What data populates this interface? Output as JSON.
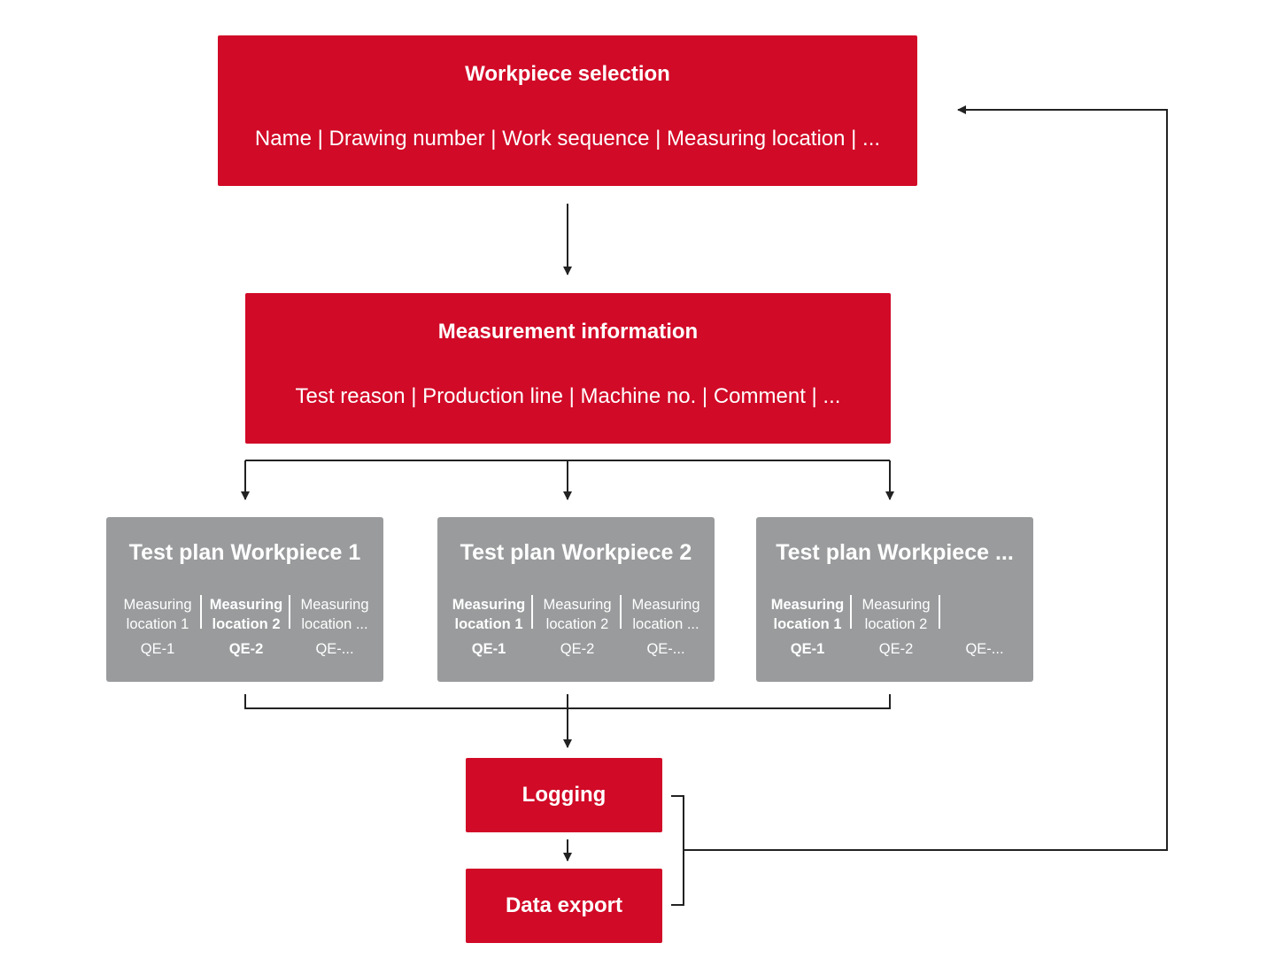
{
  "colors": {
    "accent_red": "#d10a27",
    "plan_gray": "#999b9c",
    "connector": "#222222"
  },
  "workpiece_selection": {
    "title": "Workpiece selection",
    "fields": "Name | Drawing number | Work sequence | Measuring location | ..."
  },
  "measurement_information": {
    "title": "Measurement information",
    "fields": "Test reason | Production line | Machine no. | Comment | ..."
  },
  "test_plans": [
    {
      "title": "Test plan Workpiece 1",
      "locations": [
        {
          "name": "Measuring\nlocation 1",
          "qe": "QE-1",
          "active": false
        },
        {
          "name": "Measuring\nlocation 2",
          "qe": "QE-2",
          "active": true
        },
        {
          "name": "Measuring\nlocation ...",
          "qe": "QE-...",
          "active": false
        }
      ]
    },
    {
      "title": "Test plan Workpiece 2",
      "locations": [
        {
          "name": "Measuring\nlocation 1",
          "qe": "QE-1",
          "active": true
        },
        {
          "name": "Measuring\nlocation 2",
          "qe": "QE-2",
          "active": false
        },
        {
          "name": "Measuring\nlocation ...",
          "qe": "QE-...",
          "active": false
        }
      ]
    },
    {
      "title": "Test plan Workpiece ...",
      "locations": [
        {
          "name": "Measuring\nlocation 1",
          "qe": "QE-1",
          "active": true
        },
        {
          "name": "Measuring\nlocation 2",
          "qe": "QE-2",
          "active": false
        },
        {
          "name": "",
          "qe": "QE-...",
          "active": false
        }
      ]
    }
  ],
  "logging": {
    "label": "Logging"
  },
  "data_export": {
    "label": "Data export"
  }
}
